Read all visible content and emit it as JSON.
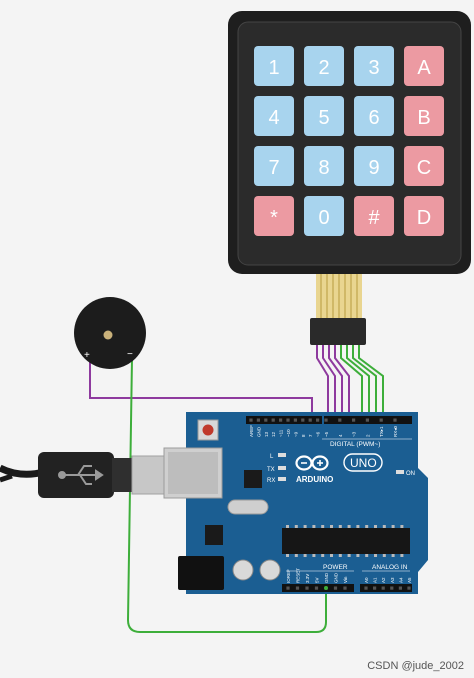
{
  "keypad": {
    "keys": [
      {
        "label": "1",
        "kind": "num"
      },
      {
        "label": "2",
        "kind": "num"
      },
      {
        "label": "3",
        "kind": "num"
      },
      {
        "label": "A",
        "kind": "fn"
      },
      {
        "label": "4",
        "kind": "num"
      },
      {
        "label": "5",
        "kind": "num"
      },
      {
        "label": "6",
        "kind": "num"
      },
      {
        "label": "B",
        "kind": "fn"
      },
      {
        "label": "7",
        "kind": "num"
      },
      {
        "label": "8",
        "kind": "num"
      },
      {
        "label": "9",
        "kind": "num"
      },
      {
        "label": "C",
        "kind": "fn"
      },
      {
        "label": "*",
        "kind": "fn"
      },
      {
        "label": "0",
        "kind": "num"
      },
      {
        "label": "#",
        "kind": "fn"
      },
      {
        "label": "D",
        "kind": "fn"
      }
    ],
    "colors": {
      "num": "#a8d4ee",
      "fn": "#ec9aa2",
      "body": "#222222"
    }
  },
  "buzzer": {
    "plus_label": "+",
    "minus_label": "−"
  },
  "board": {
    "brand_label": "ARDUINO",
    "model_label": "UNO",
    "digital_label": "DIGITAL (PWM~)",
    "power_label": "POWER",
    "analog_label": "ANALOG IN",
    "on_label": "ON",
    "l_label": "L",
    "tx_label": "TX",
    "rx_label": "RX",
    "top_pins": [
      "AREF",
      "GND",
      "13",
      "12",
      "~11",
      "~10",
      "~9",
      "8",
      "7",
      "~6",
      "~5",
      "4",
      "~3",
      "2",
      "TX▸1",
      "RX◂0"
    ],
    "power_pins": [
      "IOREF",
      "RESET",
      "3.3V",
      "5V",
      "GND",
      "GND",
      "Vin"
    ],
    "analog_pins": [
      "A0",
      "A1",
      "A2",
      "A3",
      "A4",
      "A5"
    ],
    "color": "#1b5e92"
  },
  "wires": {
    "purple": "#8e3a9e",
    "green": "#3dae3a"
  },
  "watermark": "CSDN @jude_2002"
}
